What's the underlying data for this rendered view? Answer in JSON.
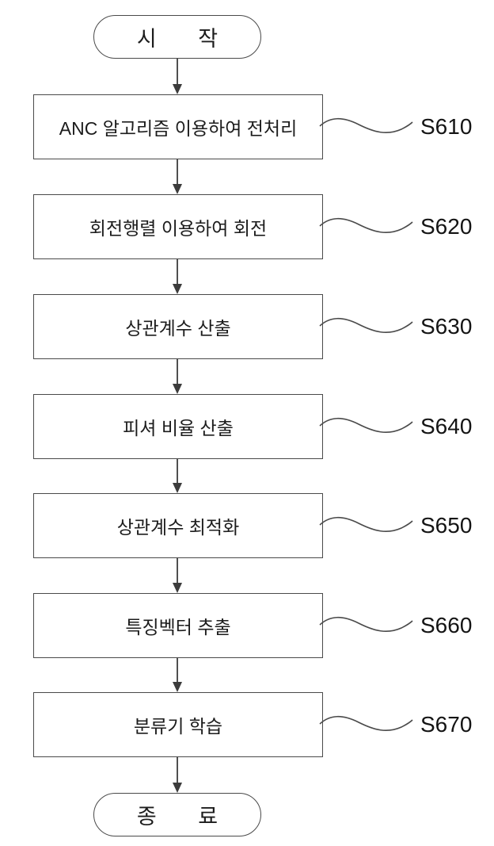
{
  "figure": {
    "type": "flowchart",
    "direction": "top-to-bottom"
  },
  "colors": {
    "background": "#ffffff",
    "shape_border": "#4a4a4a",
    "arrow_stroke": "#3c3c3c",
    "text": "#1c1c1c"
  },
  "start_label": "시       작",
  "end_label": "종       료",
  "steps": [
    {
      "label": "ANC 알고리즘 이용하여 전처리",
      "tag": "S610"
    },
    {
      "label": "회전행렬 이용하여 회전",
      "tag": "S620"
    },
    {
      "label": "상관계수 산출",
      "tag": "S630"
    },
    {
      "label": "피셔 비율 산출",
      "tag": "S640"
    },
    {
      "label": "상관계수 최적화",
      "tag": "S650"
    },
    {
      "label": "특징벡터 추출",
      "tag": "S660"
    },
    {
      "label": "분류기 학습",
      "tag": "S670"
    }
  ]
}
